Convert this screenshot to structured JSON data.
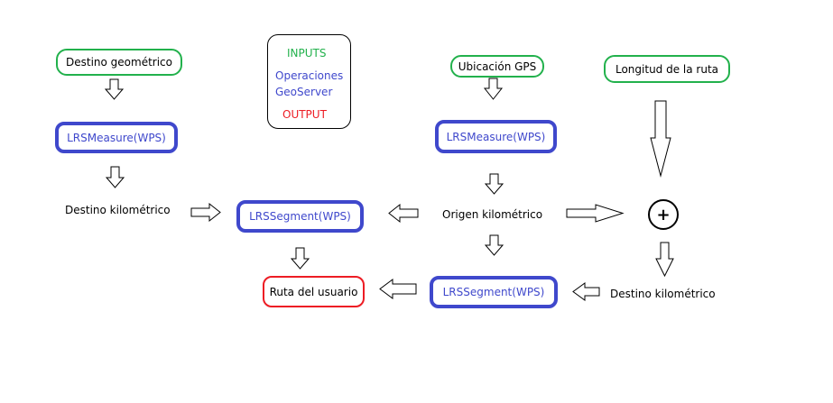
{
  "colors": {
    "input": "#22b14c",
    "operation": "#3f48cc",
    "output": "#ed1c24"
  },
  "legend": {
    "inputs": "INPUTS",
    "operations_line1": "Operaciones",
    "operations_line2": "GeoServer",
    "output": "OUTPUT"
  },
  "left_branch": {
    "input": "Destino geométrico",
    "operation": "LRSMeasure(WPS)",
    "result": "Destino kilométrico"
  },
  "center": {
    "operation": "LRSSegment(WPS)",
    "output": "Ruta del usuario"
  },
  "right_branch": {
    "input_gps": "Ubicación GPS",
    "operation_measure": "LRSMeasure(WPS)",
    "origin": "Origen kilométrico",
    "operation_segment": "LRSSegment(WPS)",
    "input_length": "Longitud de la ruta",
    "plus_symbol": "+",
    "result": "Destino kilométrico"
  }
}
